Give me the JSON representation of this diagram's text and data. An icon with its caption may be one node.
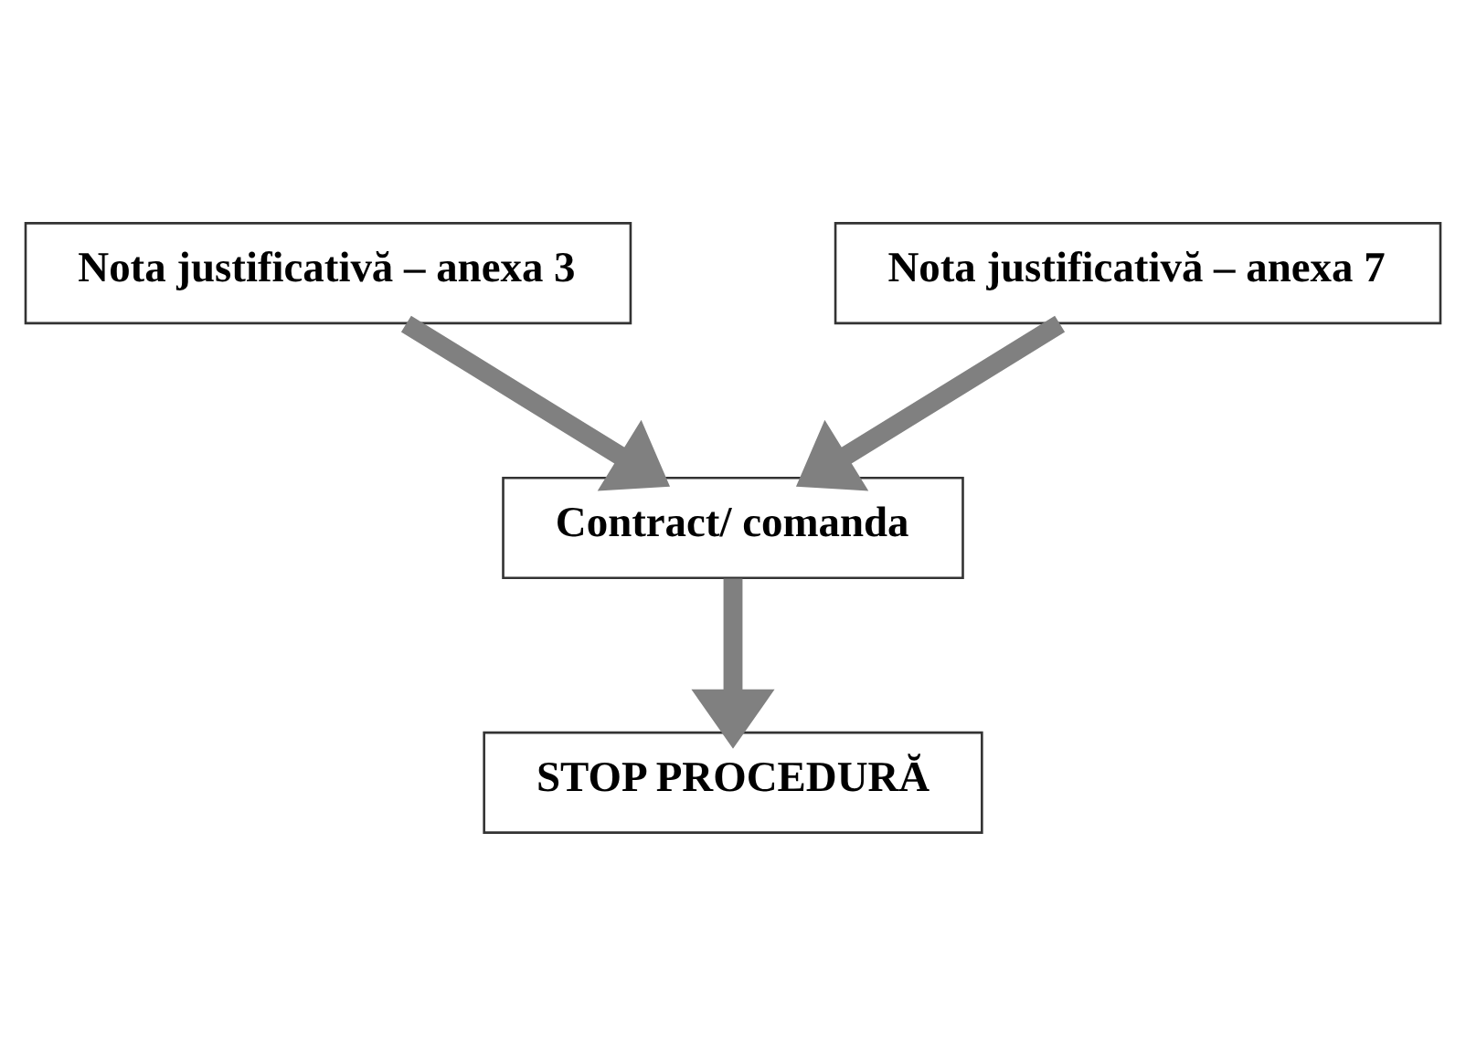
{
  "diagram": {
    "nodes": [
      {
        "text": [
          "Nota justificativă – anexa 3"
        ]
      },
      {
        "text": [
          "Nota justificativă – anexa 7"
        ]
      },
      {
        "text": [
          "Contract/ comanda"
        ]
      },
      {
        "text": [
          "STOP PROCEDURĂ"
        ]
      }
    ],
    "edges": [
      {
        "from": 0,
        "to": 2,
        "arrow": "to"
      },
      {
        "from": 1,
        "to": 2,
        "arrow": "to"
      },
      {
        "from": 2,
        "to": 3,
        "arrow": "to"
      }
    ]
  }
}
